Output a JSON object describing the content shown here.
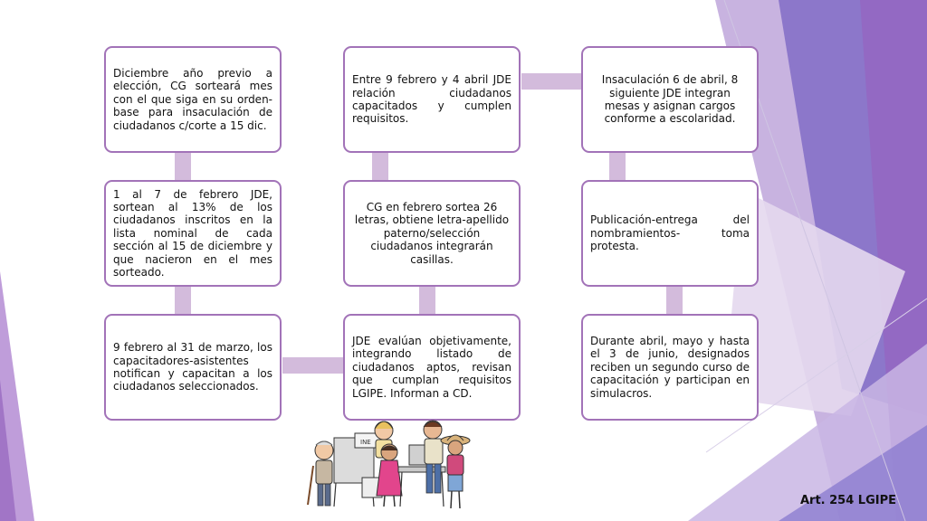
{
  "colors": {
    "node_border": "#a273b8",
    "connector": "#d3bbdc",
    "accent_dark": "#7d68c4",
    "accent_light": "#c9a8d8"
  },
  "steps": [
    {
      "id": "s1",
      "text": "Diciembre año previo a elección, CG sorteará mes con el que siga en su orden-base para insaculación de ciudadanos c/corte a 15 dic."
    },
    {
      "id": "s2",
      "text": "1 al 7 de febrero JDE, sortean al 13% de los ciudadanos inscritos en la lista nominal de cada sección al 15 de diciembre y que nacieron en el mes sorteado."
    },
    {
      "id": "s3",
      "text": "9 febrero al 31 de marzo, los capacitadores-asistentes notifican y capacitan a los ciudadanos seleccionados."
    },
    {
      "id": "s4",
      "text": "JDE evalúan objetivamente, integrando listado de ciudadanos aptos, revisan que cumplan requisitos LGIPE. Informan a CD."
    },
    {
      "id": "s5",
      "text": "CG en febrero sortea 26 letras, obtiene letra-apellido paterno/selección ciudadanos integrarán casillas."
    },
    {
      "id": "s6",
      "text": "Entre 9 febrero y 4 abril JDE relación ciudadanos capacitados y cumplen requisitos."
    },
    {
      "id": "s7",
      "text": "Insaculación 6 de abril, 8 siguiente JDE integran mesas y asignan cargos conforme a escolaridad."
    },
    {
      "id": "s8",
      "text": "Publicación-entrega del nombramientos- toma protesta."
    },
    {
      "id": "s9",
      "text": "Durante abril, mayo y hasta el 3 de junio, designados reciben un segundo curso de capacitación y participan en simulacros."
    }
  ],
  "illustration": {
    "icon": "voting-people-illustration",
    "ballot_box_label": "INE"
  },
  "caption": "Art. 254 LGIPE"
}
